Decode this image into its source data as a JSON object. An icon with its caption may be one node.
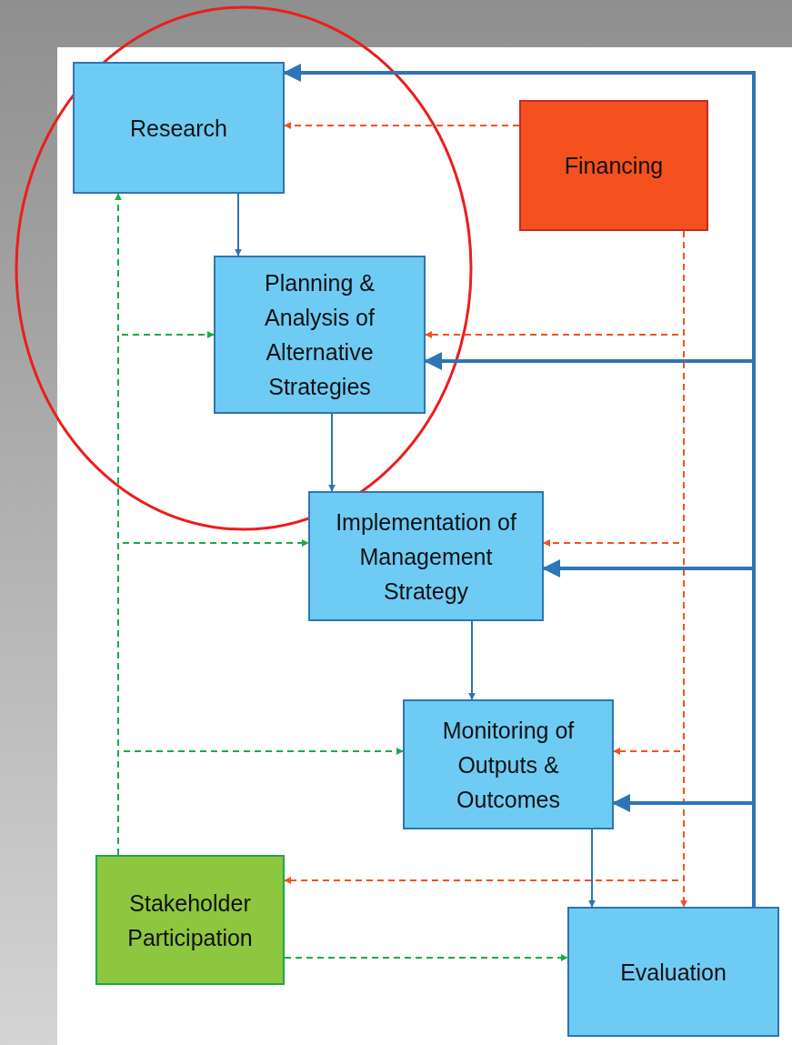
{
  "diagram": {
    "nodes": [
      {
        "text": [
          "Research"
        ]
      },
      {
        "text": [
          "Financing"
        ]
      },
      {
        "text": [
          "Planning & Analysis of Alternative Strategies"
        ]
      },
      {
        "text": [
          "Implementation of Management Strategy"
        ]
      },
      {
        "text": [
          "Monitoring of Outputs & Outcomes"
        ]
      },
      {
        "text": [
          "Stakeholder Participation"
        ]
      },
      {
        "text": [
          "Evaluation"
        ]
      }
    ],
    "edges": [
      {
        "from": 0,
        "to": 2,
        "arrow": "to"
      },
      {
        "from": 2,
        "to": 3,
        "arrow": "to"
      },
      {
        "from": 3,
        "to": 4,
        "arrow": "to"
      },
      {
        "from": 4,
        "to": 6,
        "arrow": "to"
      },
      {
        "from": 1,
        "to": 0,
        "arrow": "to",
        "style": "dashed",
        "color": "#f4511e"
      },
      {
        "from": 1,
        "to": 2,
        "arrow": "to",
        "style": "dashed",
        "color": "#f4511e"
      },
      {
        "from": 1,
        "to": 3,
        "arrow": "to",
        "style": "dashed",
        "color": "#f4511e"
      },
      {
        "from": 1,
        "to": 4,
        "arrow": "to",
        "style": "dashed",
        "color": "#f4511e"
      },
      {
        "from": 1,
        "to": 6,
        "arrow": "to",
        "style": "dashed",
        "color": "#f4511e"
      },
      {
        "from": 1,
        "to": 5,
        "arrow": "to",
        "style": "dashed",
        "color": "#f4511e"
      },
      {
        "from": 6,
        "to": 0,
        "arrow": "to",
        "style": "thick"
      },
      {
        "from": 6,
        "to": 2,
        "arrow": "to",
        "style": "thick"
      },
      {
        "from": 6,
        "to": 3,
        "arrow": "to",
        "style": "thick"
      },
      {
        "from": 6,
        "to": 4,
        "arrow": "to",
        "style": "thick"
      },
      {
        "from": 5,
        "to": 0,
        "arrow": "to",
        "style": "dashed",
        "color": "#1ea84a"
      },
      {
        "from": 5,
        "to": 2,
        "arrow": "to",
        "style": "dashed",
        "color": "#1ea84a"
      },
      {
        "from": 5,
        "to": 3,
        "arrow": "to",
        "style": "dashed",
        "color": "#1ea84a"
      },
      {
        "from": 5,
        "to": 4,
        "arrow": "to",
        "style": "dashed",
        "color": "#1ea84a"
      },
      {
        "from": 5,
        "to": 6,
        "arrow": "to",
        "style": "dashed",
        "color": "#1ea84a"
      }
    ]
  }
}
